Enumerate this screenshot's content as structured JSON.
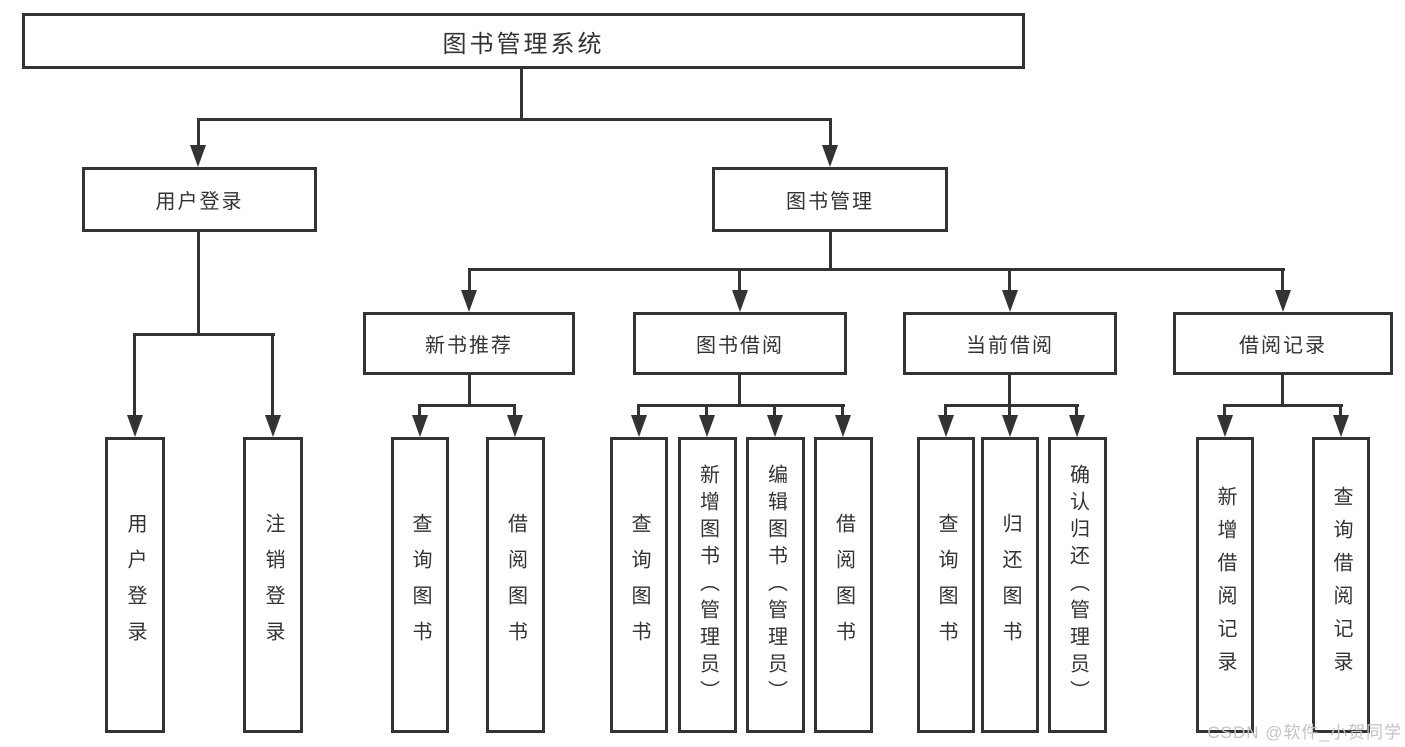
{
  "title": "图书管理系统",
  "watermark": "CSDN @软件_小贺同学",
  "colors": {
    "line": "#333333",
    "text": "#333333",
    "background": "#ffffff",
    "watermark": "#c3c3c3"
  },
  "tree": {
    "root": {
      "label": "图书管理系统",
      "children": [
        {
          "label": "用户登录",
          "children": [
            {
              "label": "用户登录"
            },
            {
              "label": "注销登录"
            }
          ]
        },
        {
          "label": "图书管理",
          "children": [
            {
              "label": "新书推荐",
              "children": [
                {
                  "label": "查询图书"
                },
                {
                  "label": "借阅图书"
                }
              ]
            },
            {
              "label": "图书借阅",
              "children": [
                {
                  "label": "查询图书"
                },
                {
                  "label": "新增图书（管理员）"
                },
                {
                  "label": "编辑图书（管理员）"
                },
                {
                  "label": "借阅图书"
                }
              ]
            },
            {
              "label": "当前借阅",
              "children": [
                {
                  "label": "查询图书"
                },
                {
                  "label": "归还图书"
                },
                {
                  "label": "确认归还（管理员）"
                }
              ]
            },
            {
              "label": "借阅记录",
              "children": [
                {
                  "label": "新增借阅记录"
                },
                {
                  "label": "查询借阅记录"
                }
              ]
            }
          ]
        }
      ]
    }
  }
}
